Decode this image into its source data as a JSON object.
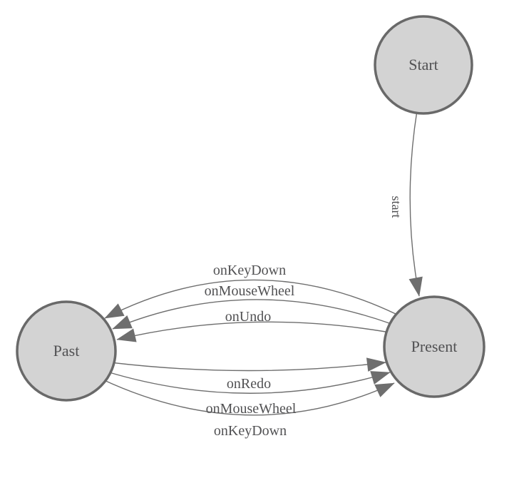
{
  "diagram": {
    "type": "state-machine-diagram",
    "background": "#ffffff",
    "colors": {
      "node_fill": "#d3d3d3",
      "node_stroke": "#696969",
      "edge": "#6e6e6e",
      "arrow_fill": "#6e6e6e",
      "text": "#515153"
    },
    "nodes": [
      {
        "id": "start",
        "label": "Start"
      },
      {
        "id": "past",
        "label": "Past"
      },
      {
        "id": "present",
        "label": "Present"
      }
    ],
    "edges": [
      {
        "from": "Start",
        "to": "Present",
        "label": "start"
      },
      {
        "from": "Present",
        "to": "Past",
        "label": "onKeyDown"
      },
      {
        "from": "Present",
        "to": "Past",
        "label": "onMouseWheel"
      },
      {
        "from": "Present",
        "to": "Past",
        "label": "onUndo"
      },
      {
        "from": "Past",
        "to": "Present",
        "label": "onRedo"
      },
      {
        "from": "Past",
        "to": "Present",
        "label": "onMouseWheel"
      },
      {
        "from": "Past",
        "to": "Present",
        "label": "onKeyDown"
      }
    ]
  }
}
